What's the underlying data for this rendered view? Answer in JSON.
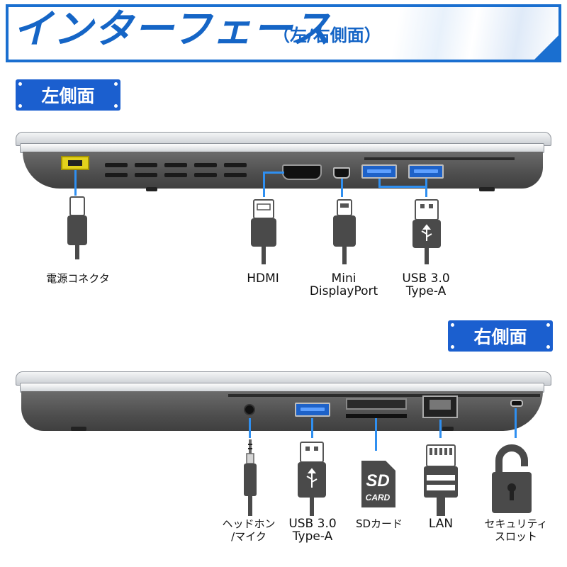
{
  "header": {
    "title": "インターフェース",
    "subtitle": "（左/右側面）"
  },
  "left_side": {
    "badge": "左側面",
    "ports": [
      {
        "label": "電源コネクタ",
        "icon": "power-connector-icon"
      },
      {
        "label": "HDMI",
        "icon": "hdmi-cable-icon"
      },
      {
        "label_line1": "Mini",
        "label_line2": "DisplayPort",
        "icon": "mini-displayport-cable-icon"
      },
      {
        "label_line1": "USB 3.0",
        "label_line2": "Type-A",
        "icon": "usb-cable-icon"
      }
    ]
  },
  "right_side": {
    "badge": "右側面",
    "ports": [
      {
        "label_line1": "ヘッドホン",
        "label_line2": "/マイク",
        "icon": "audio-jack-icon"
      },
      {
        "label_line1": "USB 3.0",
        "label_line2": "Type-A",
        "icon": "usb-cable-icon"
      },
      {
        "label": "SDカード",
        "icon": "sd-card-icon",
        "card_text_1": "SD",
        "card_text_2": "CARD"
      },
      {
        "label": "LAN",
        "icon": "lan-cable-icon"
      },
      {
        "label_line1": "セキュリティ",
        "label_line2": "スロット",
        "icon": "security-lock-icon"
      }
    ]
  },
  "colors": {
    "accent": "#1565c6",
    "badge": "#1b5fcf",
    "connector_line": "#2f8ff0",
    "laptop_body": "#555555",
    "cable": "#4a4a4a"
  }
}
